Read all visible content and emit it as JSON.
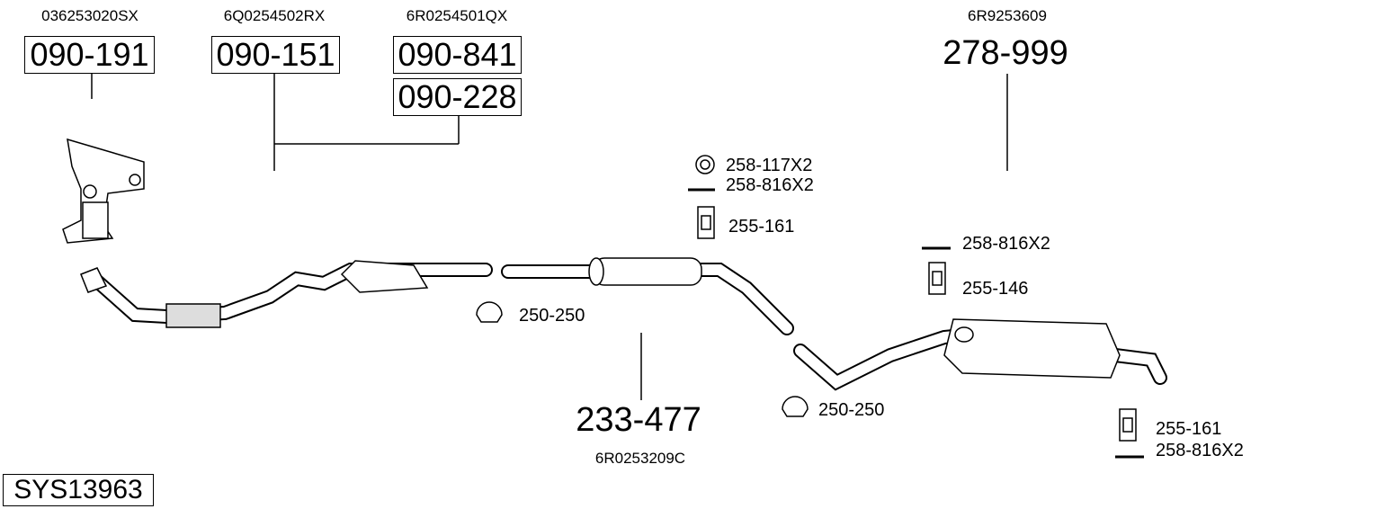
{
  "system_id": "SYS13963",
  "groups": [
    {
      "oem": "036253020SX",
      "parts": [
        "090-191"
      ]
    },
    {
      "oem": "6Q0254502RX",
      "parts": [
        "090-151"
      ]
    },
    {
      "oem": "6R0254501QX",
      "parts": [
        "090-841",
        "090-228"
      ]
    },
    {
      "oem": "6R9253609",
      "parts": [
        "278-999"
      ]
    },
    {
      "oem": "6R0253209C",
      "parts": [
        "233-477"
      ]
    }
  ],
  "accessories": [
    "258-117X2",
    "258-816X2",
    "255-161",
    "250-250",
    "258-816X2",
    "255-146",
    "250-250",
    "255-161",
    "258-816X2"
  ]
}
